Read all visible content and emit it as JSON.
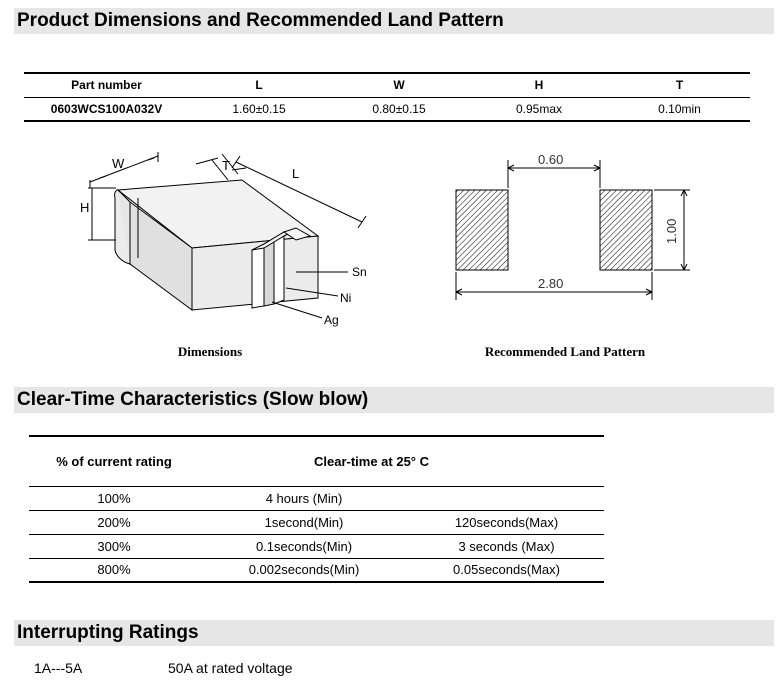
{
  "sections": {
    "product": "Product Dimensions and Recommended Land Pattern",
    "clear_time": "Clear-Time Characteristics (Slow blow)",
    "interrupting": "Interrupting Ratings"
  },
  "spec_table": {
    "headers": [
      "Part number",
      "L",
      "W",
      "H",
      "T"
    ],
    "row": [
      "0603WCS100A032V",
      "1.60±0.15",
      "0.80±0.15",
      "0.95max",
      "0.10min"
    ]
  },
  "dimensions_drawing": {
    "labels": {
      "w": "W",
      "t": "T",
      "l": "L",
      "h": "H",
      "sn": "Sn",
      "ni": "Ni",
      "ag": "Ag"
    },
    "caption": "Dimensions"
  },
  "land_pattern": {
    "gap": "0.60",
    "height": "1.00",
    "total": "2.80",
    "caption": "Recommended Land Pattern"
  },
  "clear_table": {
    "headers": [
      "% of current rating",
      "Clear-time at 25° C"
    ],
    "rows": [
      [
        "100%",
        "4 hours (Min)",
        ""
      ],
      [
        "200%",
        "1second(Min)",
        "120seconds(Max)"
      ],
      [
        "300%",
        "0.1seconds(Min)",
        "3 seconds (Max)"
      ],
      [
        "800%",
        "0.002seconds(Min)",
        "0.05seconds(Max)"
      ]
    ]
  },
  "interrupting": {
    "range": "1A---5A",
    "value": "50A at rated voltage"
  }
}
